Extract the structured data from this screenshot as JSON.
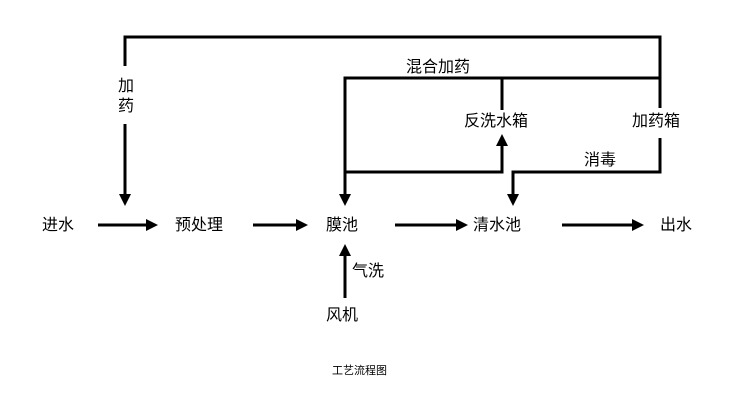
{
  "nodes": {
    "inlet": "进水",
    "pretreatment": "预处理",
    "membrane_tank": "膜池",
    "clear_water_tank": "清水池",
    "outlet": "出水",
    "blower": "风机",
    "backwash_tank": "反洗水箱",
    "dosing_tank": "加药箱"
  },
  "labels": {
    "dosing": "加药",
    "mixed_dosing": "混合加药",
    "disinfection": "消毒",
    "air_scour": "气洗"
  },
  "caption": "工艺流程图",
  "colors": {
    "line": "#000000",
    "background": "#ffffff"
  }
}
